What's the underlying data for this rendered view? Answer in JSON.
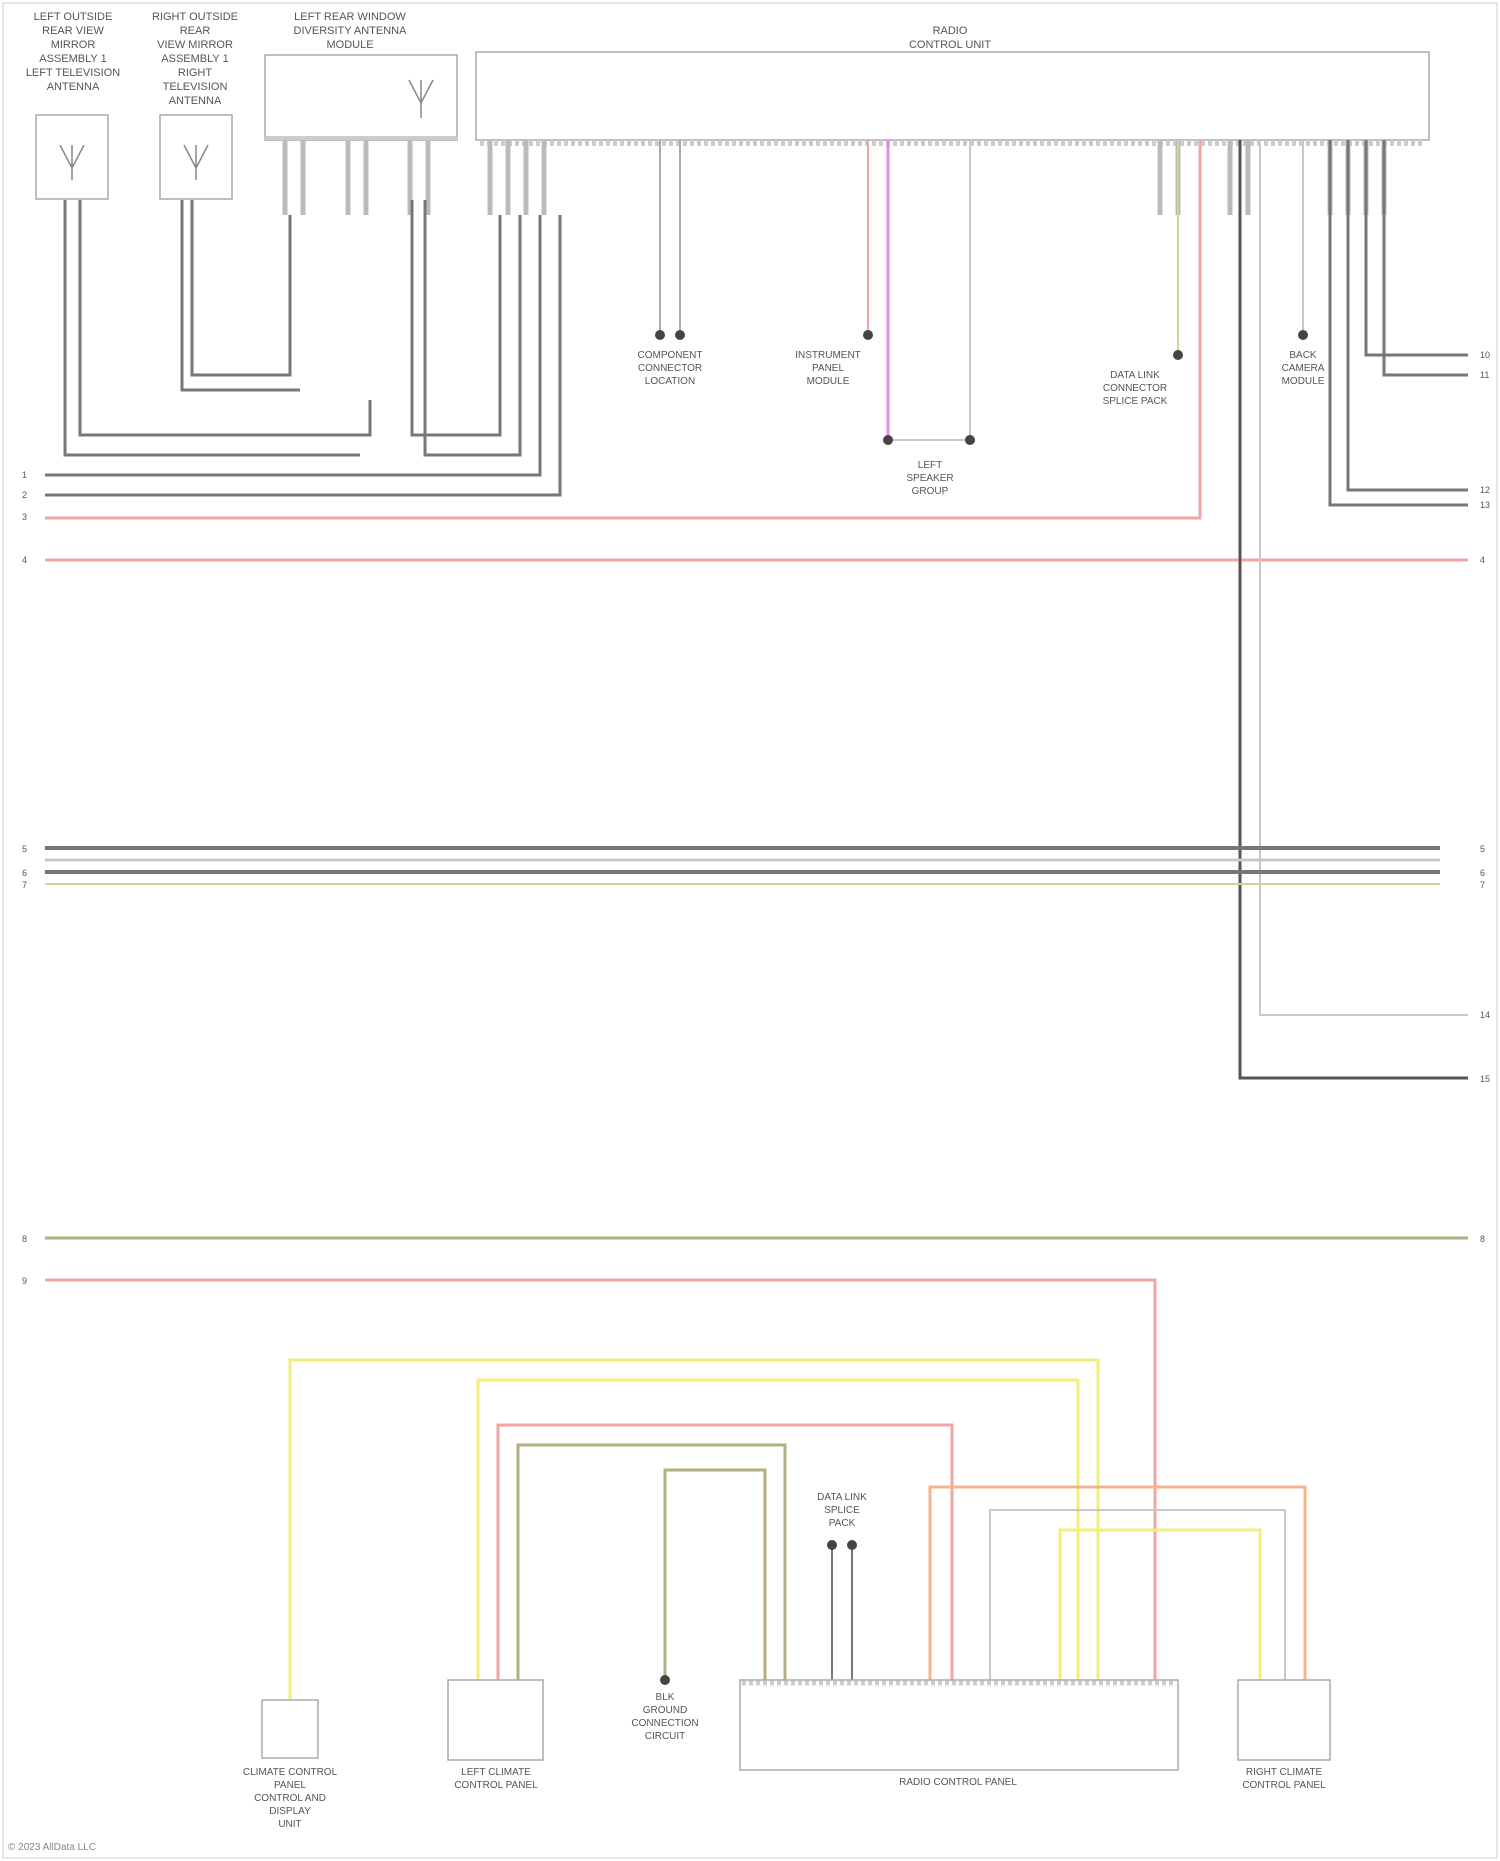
{
  "diagram": {
    "module_titles": {
      "left_mirror": [
        "LEFT OUTSIDE",
        "REAR VIEW",
        "MIRROR",
        "ASSEMBLY 1",
        "LEFT TELEVISION",
        "ANTENNA"
      ],
      "right_mirror": [
        "RIGHT OUTSIDE",
        "REAR",
        "VIEW MIRROR",
        "ASSEMBLY 1",
        "RIGHT",
        "TELEVISION",
        "ANTENNA"
      ],
      "antenna_module": [
        "LEFT REAR WINDOW",
        "DIVERSITY ANTENNA",
        "MODULE"
      ],
      "radio_head": [
        "RADIO",
        "CONTROL UNIT"
      ]
    },
    "top_components": [
      [
        "COMPONENT",
        "CONNECTOR",
        "LOCATION"
      ],
      [
        "INSTRUMENT",
        "PANEL",
        "MODULE"
      ],
      [
        "LEFT",
        "SPEAKER",
        "GROUP"
      ],
      [
        "DATA LINK",
        "CONNECTOR",
        "SPLICE PACK"
      ],
      [
        "BACK",
        "CAMERA",
        "MODULE"
      ]
    ],
    "bottom_components": {
      "climate_panel": [
        "CLIMATE CONTROL",
        "PANEL",
        "CONTROL AND",
        "DISPLAY",
        "UNIT"
      ],
      "left_panel": [
        "LEFT CLIMATE",
        "CONTROL PANEL"
      ],
      "ground": [
        "BLK",
        "GROUND",
        "CONNECTION",
        "CIRCUIT"
      ],
      "splice": [
        "DATA LINK",
        "SPLICE",
        "PACK"
      ],
      "main_panel": [
        "RADIO CONTROL PANEL"
      ],
      "right_panel": [
        "RIGHT CLIMATE",
        "CONTROL PANEL"
      ]
    },
    "wire_colors": {
      "red": "#f2a3a3",
      "magenta": "#e58ce5",
      "gray": "#777777",
      "dark": "#555555",
      "light_gray": "#c8c8c8",
      "tan": "#d9cf9a",
      "yellow": "#f3ee7a",
      "orange": "#f4b48e",
      "olive": "#b4ae83"
    },
    "copyright": "© 2023 AllData LLC"
  }
}
